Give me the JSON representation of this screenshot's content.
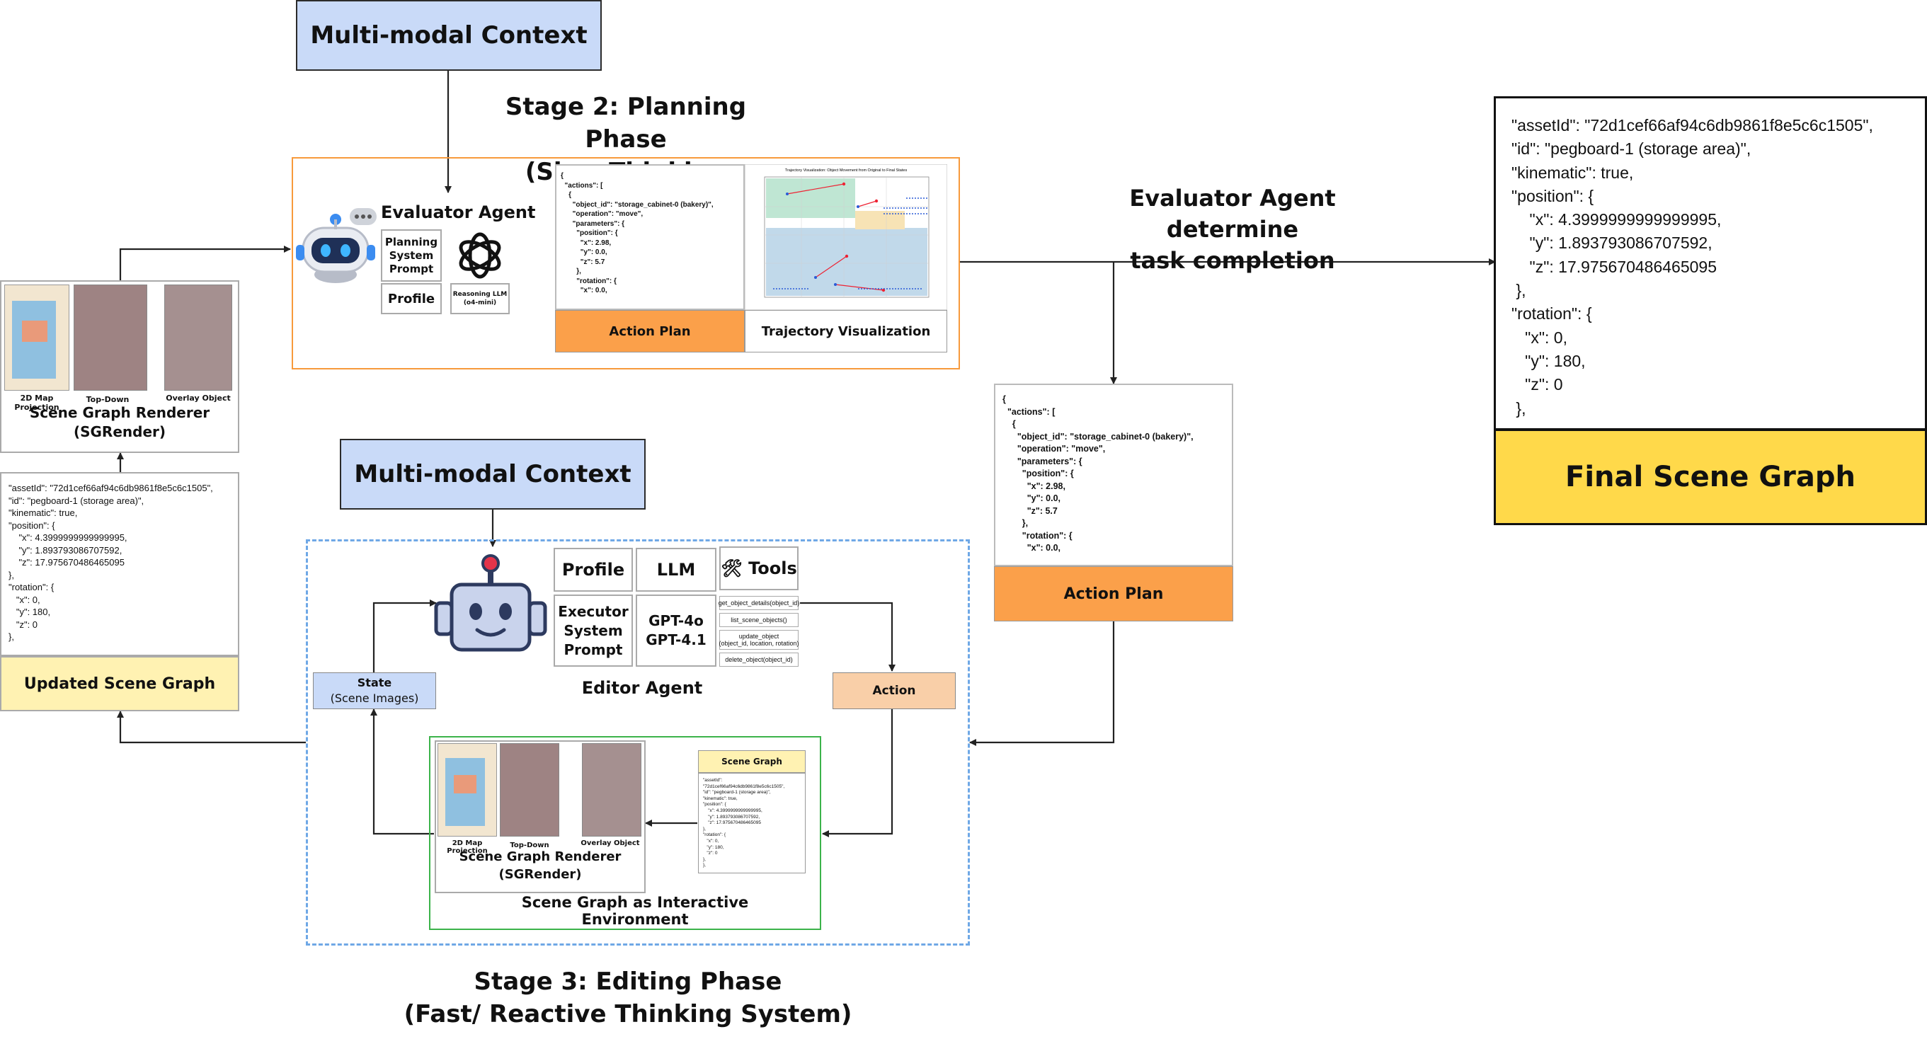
{
  "stage2": {
    "context_title": "Multi-modal Context",
    "title_line1": "Stage 2: Planning Phase",
    "title_line2": "(Slow Thinking System)",
    "evaluator_title": "Evaluator Agent",
    "planning_prompt": [
      "Planning",
      "System",
      "Prompt"
    ],
    "profile": "Profile",
    "reasoning_llm": [
      "Reasoning LLM",
      "(o4-mini)"
    ],
    "action_plan_code": "{\n  \"actions\": [\n    {\n      \"object_id\": \"storage_cabinet-0 (bakery)\",\n      \"operation\": \"move\",\n      \"parameters\": {\n        \"position\": {\n          \"x\": 2.98,\n          \"y\": 0.0,\n          \"z\": 5.7\n        },\n        \"rotation\": {\n          \"x\": 0.0,",
    "action_plan_label": "Action Plan",
    "trajectory_label": "Trajectory Visualization",
    "trajectory_chart_title": "Trajectory Visualization: Object Movement from Original to Final States"
  },
  "evaluator_completion": {
    "line1": "Evaluator Agent determine",
    "line2": "task completion",
    "code": "{\n  \"actions\": [\n    {\n      \"object_id\": \"storage_cabinet-0 (bakery)\",\n      \"operation\": \"move\",\n      \"parameters\": {\n        \"position\": {\n          \"x\": 2.98,\n          \"y\": 0.0,\n          \"z\": 5.7\n        },\n        \"rotation\": {\n          \"x\": 0.0,",
    "label": "Action Plan"
  },
  "final_graph": {
    "code": "\"assetId\": \"72d1cef66af94c6db9861f8e5c6c1505\",\n\"id\": \"pegboard-1 (storage area)\",\n\"kinematic\": true,\n\"position\": {\n    \"x\": 4.3999999999999995,\n    \"y\": 1.893793086707592,\n    \"z\": 17.975670486465095\n },\n\"rotation\": {\n   \"x\": 0,\n   \"y\": 180,\n   \"z\": 0\n },",
    "label": "Final Scene Graph"
  },
  "left": {
    "captions": [
      "2D Map Projection",
      "Top-Down",
      "Overlay Object"
    ],
    "renderer_line1": "Scene Graph Renderer",
    "renderer_line2": "(SGRender)",
    "code": "\"assetId\": \"72d1cef66af94c6db9861f8e5c6c1505\",\n\"id\": \"pegboard-1 (storage area)\",\n\"kinematic\": true,\n\"position\": {\n    \"x\": 4.3999999999999995,\n    \"y\": 1.893793086707592,\n    \"z\": 17.975670486465095\n},\n\"rotation\": {\n   \"x\": 0,\n   \"y\": 180,\n   \"z\": 0\n},",
    "updated_label": "Updated Scene Graph"
  },
  "stage3": {
    "context_title": "Multi-modal Context",
    "title_line1": "Stage 3: Editing Phase",
    "title_line2": "(Fast/ Reactive Thinking System)",
    "profile": "Profile",
    "llm": "LLM",
    "tools": "🛠 Tools",
    "executor_prompt": [
      "Executor",
      "System",
      "Prompt"
    ],
    "models": [
      "GPT-4o",
      "GPT-4.1"
    ],
    "tool_list": [
      "get_object_details(object_id)",
      "list_scene_objects()",
      "update_object\n(object_id, location, rotation)",
      "delete_object(object_id)"
    ],
    "editor_title": "Editor Agent",
    "state_line1": "State",
    "state_line2": "(Scene Images)",
    "action": "Action",
    "captions": [
      "2D Map Projection",
      "Top-Down",
      "Overlay Object"
    ],
    "renderer_line1": "Scene Graph Renderer",
    "renderer_line2": "(SGRender)",
    "scene_graph_header": "Scene Graph",
    "scene_graph_code": "\"assetId\":\n\"72d1cef66af94c6db9861f8e5c6c1505\",\n\"id\": \"pegboard-1 (storage area)\",\n\"kinematic\": true,\n\"position\": {\n    \"x\": 4.3999999999999995,\n    \"y\": 1.893793086707592,\n    \"z\": 17.975670486465095\n},\n\"rotation\": {\n   \"x\": 0,\n   \"y\": 180,\n   \"z\": 0\n},\n},",
    "env_label": "Scene Graph as Interactive Environment"
  },
  "colors": {
    "context_blue": "#c9daf8",
    "orange": "#fba04a",
    "orange_border": "#f79a3c",
    "yellow_final": "#ffd94a",
    "yellow_updated": "#fff2b2",
    "state_blue": "#c9daf8",
    "action_peach": "#f9cfa8",
    "dashed_blue": "#6fa8e6",
    "green": "#3cb34a"
  }
}
